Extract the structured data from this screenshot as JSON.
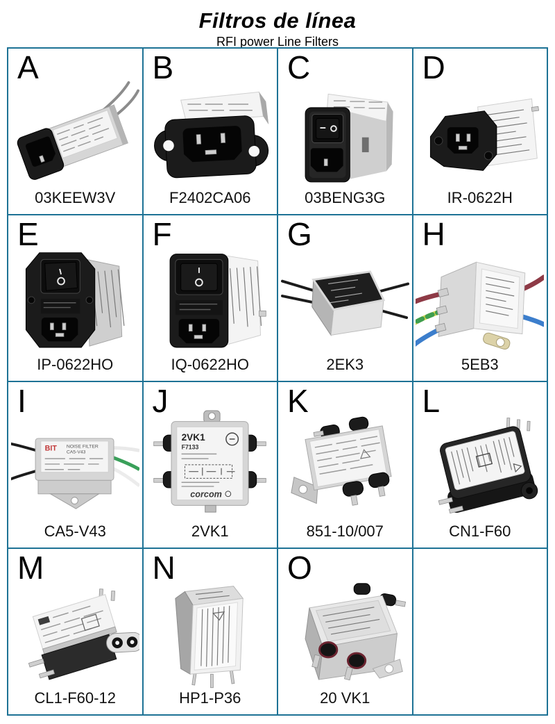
{
  "header": {
    "title": "Filtros de línea",
    "subtitle": "RFI power Line Filters"
  },
  "grid": {
    "border_color": "#1d7295",
    "rows": 4,
    "cols": 4,
    "cells": [
      {
        "letter": "A",
        "part": "03KEEW3V"
      },
      {
        "letter": "B",
        "part": "F2402CA06"
      },
      {
        "letter": "C",
        "part": "03BENG3G"
      },
      {
        "letter": "D",
        "part": "IR-0622H"
      },
      {
        "letter": "E",
        "part": "IP-0622HO"
      },
      {
        "letter": "F",
        "part": "IQ-0622HO"
      },
      {
        "letter": "G",
        "part": "2EK3"
      },
      {
        "letter": "H",
        "part": "5EB3"
      },
      {
        "letter": "I",
        "part": "CA5-V43",
        "device_label": {
          "brand": "BIT",
          "line1": "NOISE FILTER",
          "line2": "CA5-V43"
        }
      },
      {
        "letter": "J",
        "part": "2VK1",
        "device_label": {
          "model": "2VK1",
          "code": "F7133",
          "brand": "corcom"
        }
      },
      {
        "letter": "K",
        "part": "851-10/007"
      },
      {
        "letter": "L",
        "part": "CN1-F60"
      },
      {
        "letter": "M",
        "part": "CL1-F60-12"
      },
      {
        "letter": "N",
        "part": "HP1-P36"
      },
      {
        "letter": "O",
        "part": "20 VK1"
      },
      {
        "letter": "",
        "part": ""
      }
    ]
  }
}
